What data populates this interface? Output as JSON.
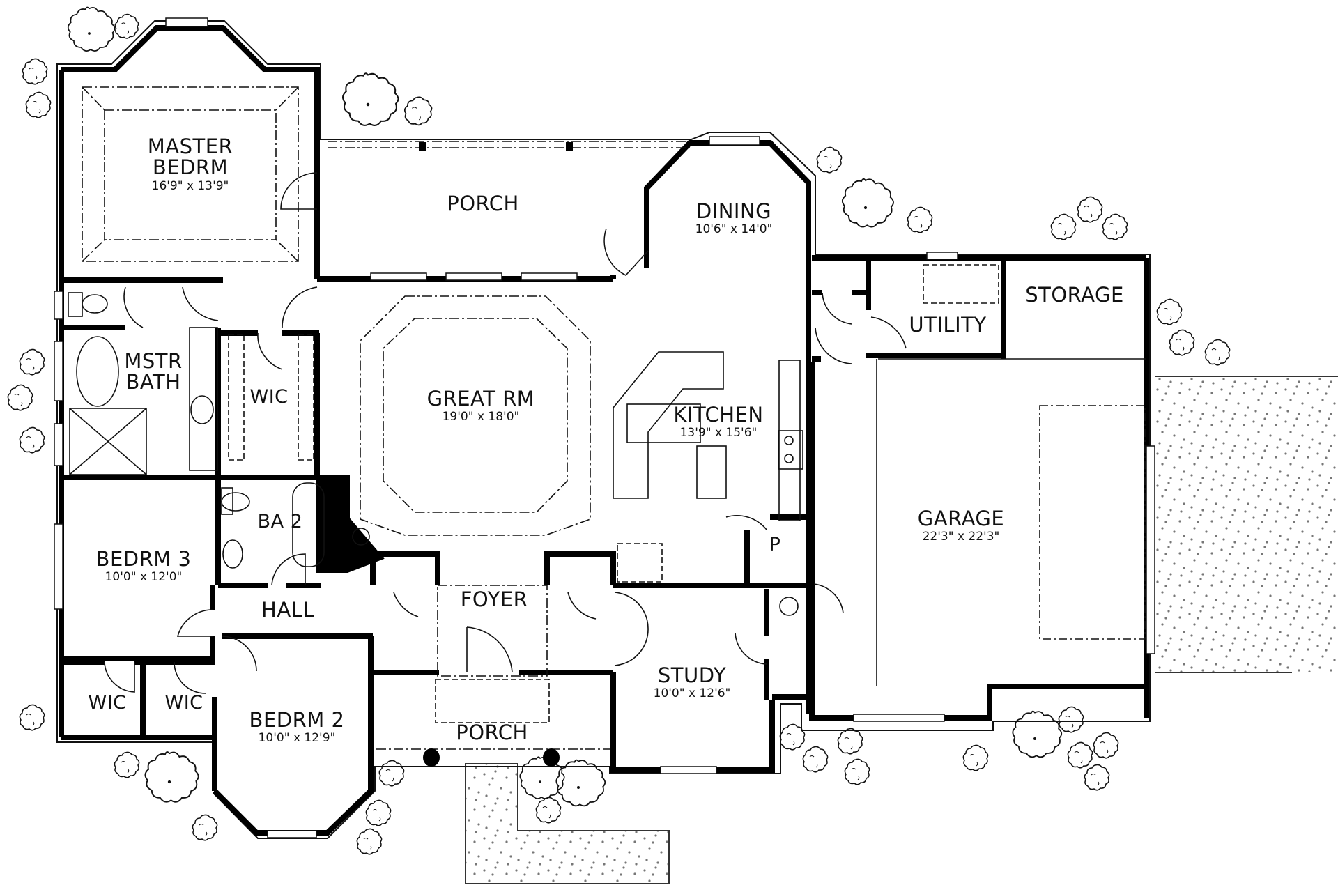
{
  "plan": {
    "type": "residential floor plan",
    "colors": {
      "wall": "#000000",
      "line": "#111111",
      "stipple": "#777777",
      "background": "#ffffff"
    }
  },
  "rooms": {
    "master_bedroom": {
      "name": "MASTER\nBEDRM",
      "name_line1": "MASTER",
      "name_line2": "BEDRM",
      "dims": "16'9\" x 13'9\""
    },
    "rear_porch": {
      "name": "PORCH"
    },
    "dining": {
      "name": "DINING",
      "dims": "10'6\" x 14'0\""
    },
    "master_bath": {
      "name_line1": "MSTR",
      "name_line2": "BATH"
    },
    "master_wic": {
      "name": "WIC"
    },
    "great_room": {
      "name": "GREAT RM",
      "dims": "19'0\" x 18'0\""
    },
    "kitchen": {
      "name": "KITCHEN",
      "dims": "13'9\" x 15'6\""
    },
    "pantry": {
      "name": "P"
    },
    "utility": {
      "name": "UTILITY"
    },
    "storage": {
      "name": "STORAGE"
    },
    "garage": {
      "name": "GARAGE",
      "dims": "22'3\" x 22'3\""
    },
    "bath_2": {
      "name": "BA 2"
    },
    "bedroom_3": {
      "name": "BEDRM 3",
      "dims": "10'0\" x 12'0\""
    },
    "hall": {
      "name": "HALL"
    },
    "foyer": {
      "name": "FOYER"
    },
    "study": {
      "name": "STUDY",
      "dims": "10'0\" x 12'6\""
    },
    "wic_left": {
      "name": "WIC"
    },
    "wic_right": {
      "name": "WIC"
    },
    "bedroom_2": {
      "name": "BEDRM 2",
      "dims": "10'0\" x 12'9\""
    },
    "front_porch": {
      "name": "PORCH"
    }
  }
}
